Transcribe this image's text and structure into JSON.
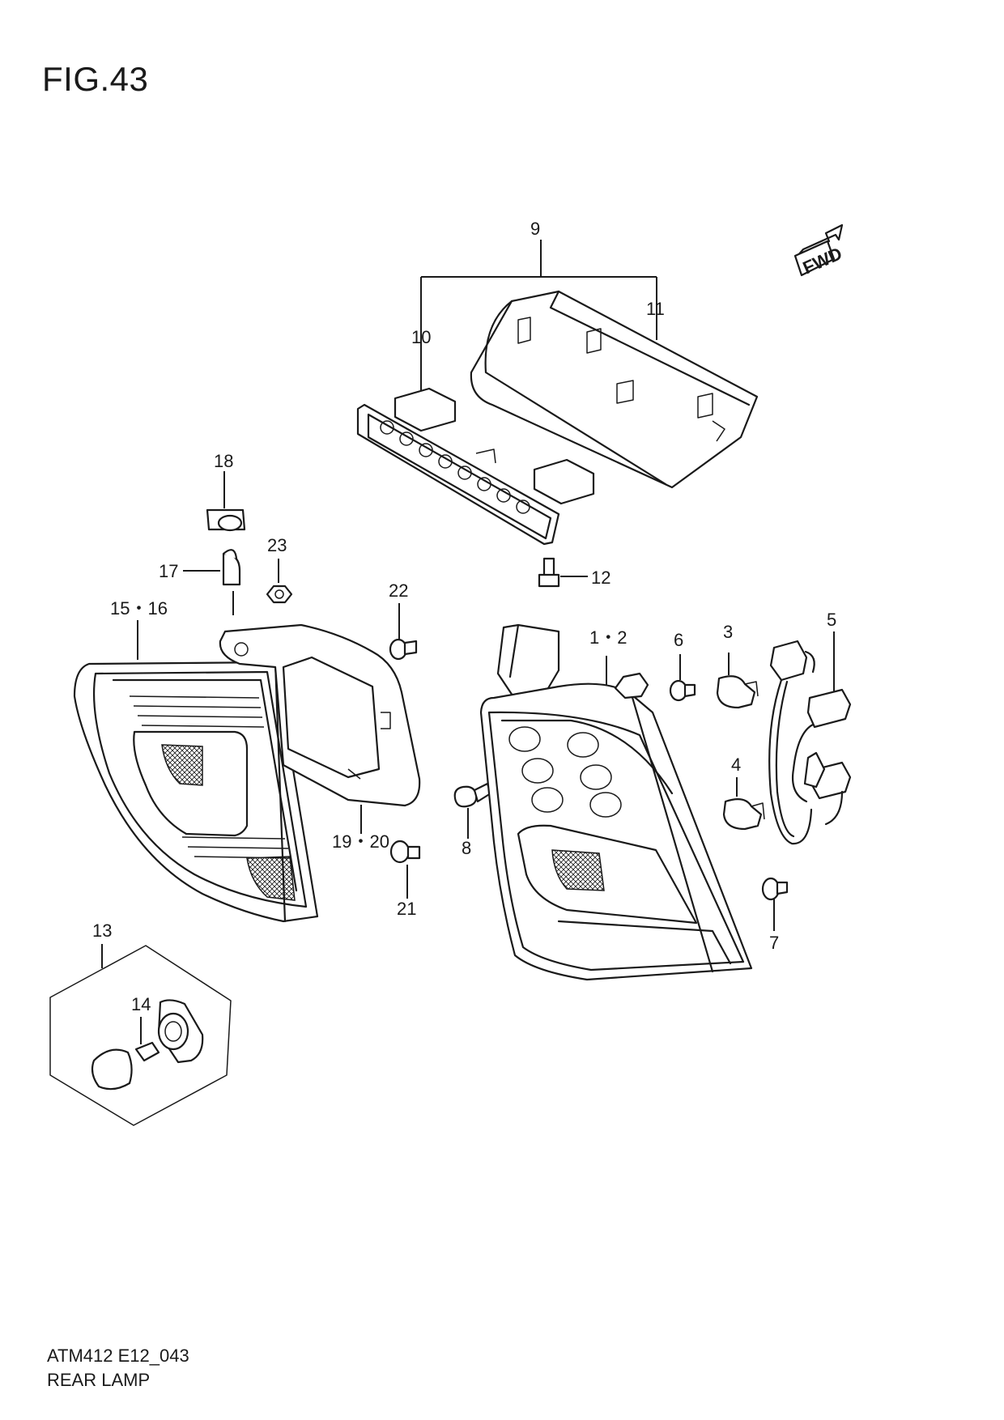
{
  "figure": {
    "title": "FIG.43",
    "code": "ATM412 E12_043",
    "name": "REAR LAMP"
  },
  "direction_tag": "FWD",
  "callouts": {
    "c1": "1・2",
    "c3": "3",
    "c4": "4",
    "c5": "5",
    "c6": "6",
    "c7": "7",
    "c8": "8",
    "c9": "9",
    "c10": "10",
    "c11": "11",
    "c12": "12",
    "c13": "13",
    "c14": "14",
    "c15": "15・16",
    "c17": "17",
    "c18": "18",
    "c19": "19・20",
    "c21": "21",
    "c22": "22",
    "c23": "23"
  }
}
